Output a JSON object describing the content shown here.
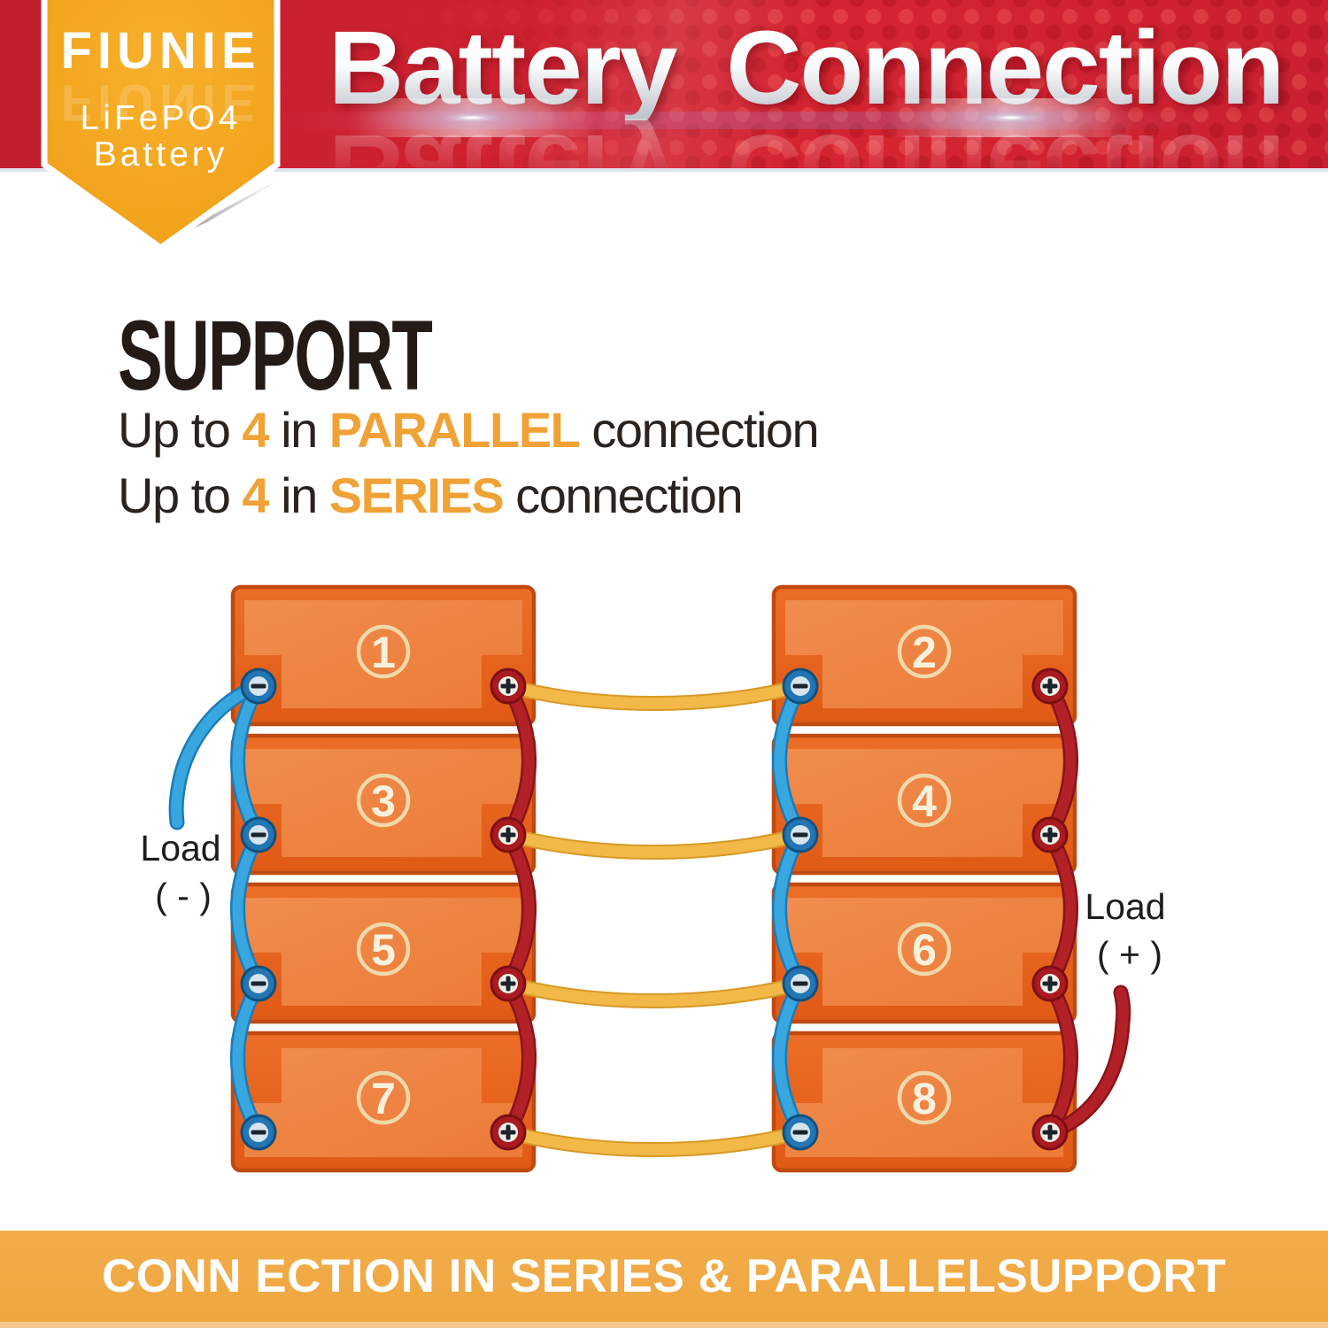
{
  "header": {
    "title": "Battery Connection"
  },
  "badge": {
    "brand": "FIUNIE",
    "product_line1": "LiFePO4",
    "product_line2": "Battery"
  },
  "support": {
    "heading": "SUPPORT",
    "lines": [
      {
        "prefix": "Up to ",
        "num": "4",
        "mid": " in ",
        "keyword": "PARALLEL",
        "suffix": " connection"
      },
      {
        "prefix": "Up to ",
        "num": "4",
        "mid": " in ",
        "keyword": "SERIES",
        "suffix": " connection"
      }
    ]
  },
  "diagram": {
    "battery_numbers": {
      "left": [
        "1",
        "3",
        "5",
        "7"
      ],
      "right": [
        "2",
        "4",
        "6",
        "8"
      ]
    },
    "load_negative": {
      "line1": "Load",
      "line2": "( - )"
    },
    "load_positive": {
      "line1": "Load",
      "line2": "( + )"
    }
  },
  "footer": {
    "banner": "CONN ECTION IN SERIES & PARALLELSUPPORT"
  },
  "colors": {
    "banner_red": "#cf2130",
    "badge_orange": "#f2a31f",
    "accent_orange": "#f0a236",
    "battery_orange": "#e8661e",
    "battery_panel": "#ef8443",
    "wire_blue": "#38a6df",
    "wire_red": "#b22128",
    "wire_yellow": "#f2b848",
    "footer_orange": "#f0a843",
    "terminal_minus_blue": "#2176b3",
    "terminal_plus_red": "#a91b21"
  }
}
